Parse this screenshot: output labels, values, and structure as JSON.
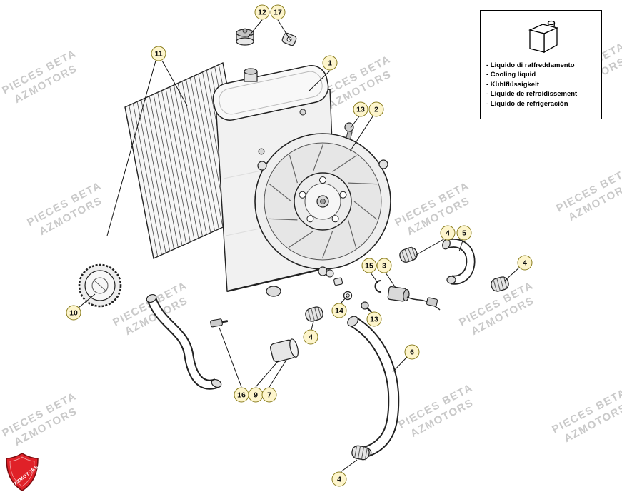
{
  "diagram": {
    "watermark": {
      "line1": "PIECES BETA",
      "line2": "AZMOTORS"
    },
    "legend": {
      "lines": [
        "- Liquido di raffreddamento",
        "- Cooling liquid",
        "- Kühlflüssigkeit",
        "- Liquide de refroidissement",
        "- Líquido de refrigeración"
      ]
    },
    "balloons": [
      "12",
      "17",
      "11",
      "1",
      "13",
      "2",
      "4",
      "5",
      "15",
      "3",
      "4",
      "10",
      "14",
      "13",
      "4",
      "6",
      "16",
      "9",
      "7",
      "4"
    ],
    "logo": {
      "text": "AZMOTORS"
    },
    "colors": {
      "balloon_fill": "#fdf5cc",
      "balloon_border": "#8a7d1e",
      "logo_red": "#e02128",
      "watermark_gray": "#c9c9c9",
      "line_color": "#222222"
    }
  }
}
